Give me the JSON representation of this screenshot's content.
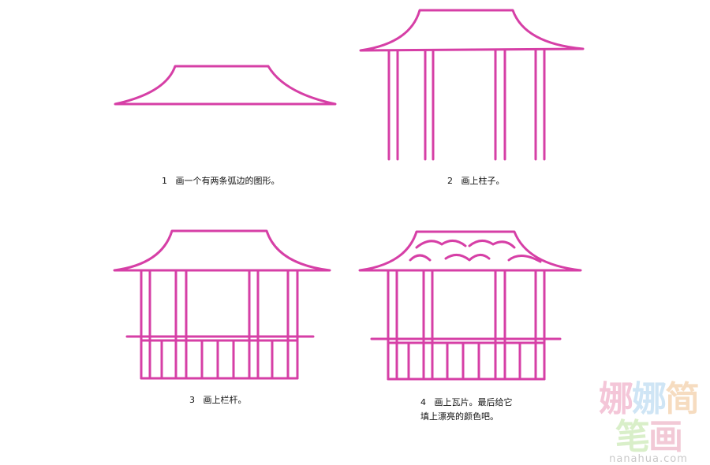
{
  "steps": [
    {
      "num": "1",
      "text": "画一个有两条弧边的图形。"
    },
    {
      "num": "2",
      "text": "画上柱子。"
    },
    {
      "num": "3",
      "text": "画上栏杆。"
    },
    {
      "num": "4",
      "text": "画上瓦片。最后给它",
      "text2": "填上漂亮的颜色吧。"
    }
  ],
  "watermark": {
    "chars": [
      "娜",
      "娜",
      "简",
      "笔",
      "画"
    ],
    "url": "nanahua.com"
  },
  "colors": {
    "line": "#d63fa6"
  }
}
